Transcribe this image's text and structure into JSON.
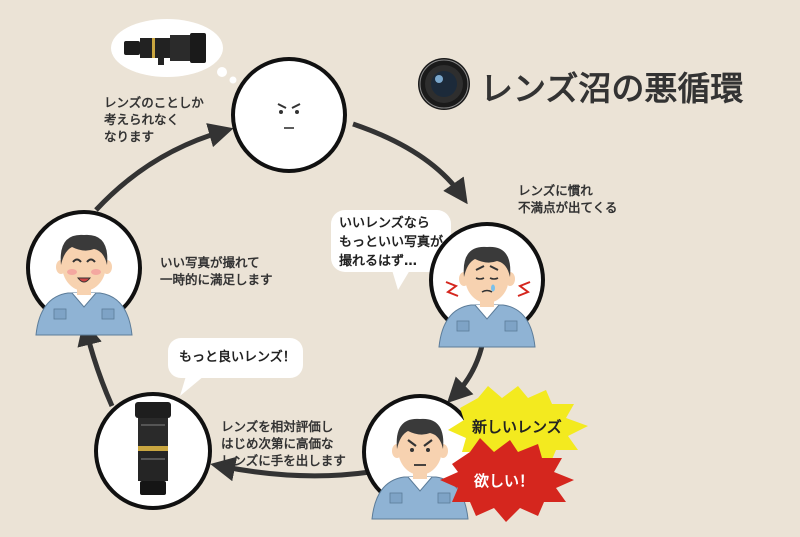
{
  "title": "レンズ沼の悪循環",
  "colors": {
    "background": "#ebe3d6",
    "arrow": "#333333",
    "shirt": "#8fb3d4",
    "skin": "#f7d2b0",
    "hair": "#3a3a3a",
    "yellow_burst": "#f3ea1f",
    "red_burst": "#d5261e"
  },
  "steps": {
    "top": {
      "caption": "レンズのことしか\n考えられなく\nなります",
      "thought_icon": "telephoto-lens-icon"
    },
    "right": {
      "caption": "レンズに慣れ\n不満点が出てくる",
      "speech": "いいレンズなら\nもっといい写真が\n撮れるはず…"
    },
    "bottom_right": {
      "caption": "レンズを相対評価し\nはじめ次第に高価な\nレンズに手を出します",
      "burst_yellow": "新しいレンズ",
      "burst_red": "欲しい！"
    },
    "bottom_left": {
      "speech": "もっと良いレンズ！",
      "icon": "camera-lens-icon"
    },
    "left": {
      "caption": "いい写真が撮れて\n一時的に満足します"
    }
  }
}
